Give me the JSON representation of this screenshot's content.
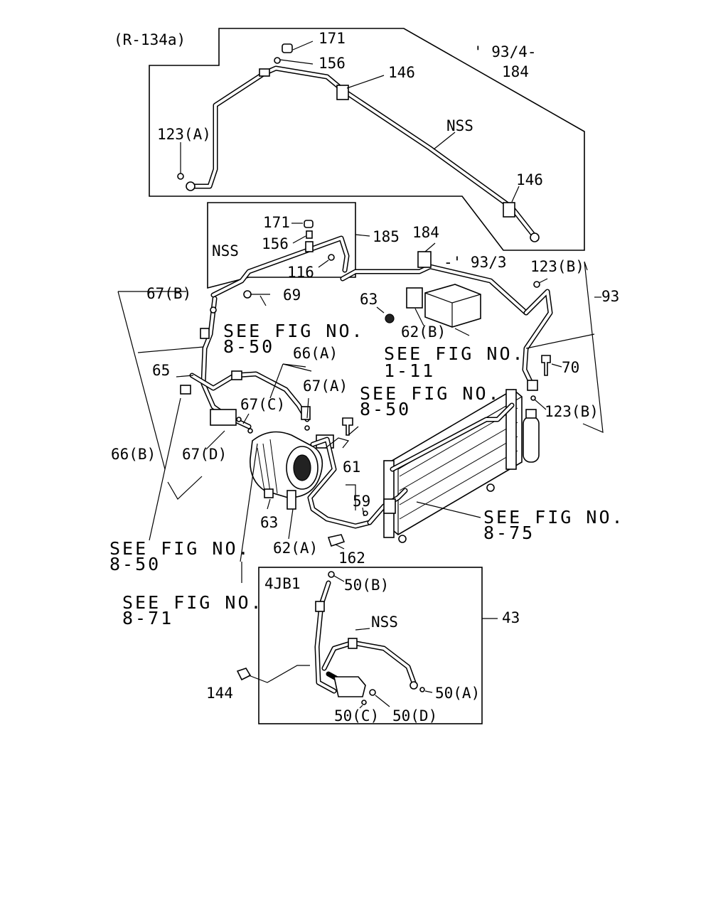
{
  "boxes": {
    "refrigerant": "(R-134a)",
    "engine": "4JB1"
  },
  "part_labels": [
    {
      "id": "p171a",
      "text": "171"
    },
    {
      "id": "p156a",
      "text": "156"
    },
    {
      "id": "p146a",
      "text": "146"
    },
    {
      "id": "p9304",
      "text": "' 93/4-"
    },
    {
      "id": "p184a",
      "text": "184"
    },
    {
      "id": "p123a",
      "text": "123(A)"
    },
    {
      "id": "pNSSa",
      "text": "NSS"
    },
    {
      "id": "p146b",
      "text": "146"
    },
    {
      "id": "p171b",
      "text": "171"
    },
    {
      "id": "p156b",
      "text": "156"
    },
    {
      "id": "p185",
      "text": "185"
    },
    {
      "id": "p184b",
      "text": "184"
    },
    {
      "id": "pNSSb",
      "text": "NSS"
    },
    {
      "id": "p116",
      "text": "116"
    },
    {
      "id": "p9303",
      "text": "-' 93/3"
    },
    {
      "id": "p123b1",
      "text": "123(B)"
    },
    {
      "id": "p67b",
      "text": "67(B)"
    },
    {
      "id": "p69",
      "text": "69"
    },
    {
      "id": "p93",
      "text": "93"
    },
    {
      "id": "p63a",
      "text": "63"
    },
    {
      "id": "p62b",
      "text": "62(B)"
    },
    {
      "id": "p66a",
      "text": "66(A)"
    },
    {
      "id": "p65",
      "text": "65"
    },
    {
      "id": "p67a",
      "text": "67(A)"
    },
    {
      "id": "p70",
      "text": "70"
    },
    {
      "id": "p67c",
      "text": "67(C)"
    },
    {
      "id": "p123b2",
      "text": "123(B)"
    },
    {
      "id": "p66b",
      "text": "66(B)"
    },
    {
      "id": "p67d",
      "text": "67(D)"
    },
    {
      "id": "p61",
      "text": "61"
    },
    {
      "id": "p59",
      "text": "59"
    },
    {
      "id": "p63b",
      "text": "63"
    },
    {
      "id": "p62a",
      "text": "62(A)"
    },
    {
      "id": "p162",
      "text": "162"
    },
    {
      "id": "p50b",
      "text": "50(B)"
    },
    {
      "id": "p43",
      "text": "43"
    },
    {
      "id": "pNSSc",
      "text": "NSS"
    },
    {
      "id": "p144",
      "text": "144"
    },
    {
      "id": "p50a",
      "text": "50(A)"
    },
    {
      "id": "p50c",
      "text": "50(C)"
    },
    {
      "id": "p50d",
      "text": "50(D)"
    }
  ],
  "fig_refs": [
    {
      "id": "r850a",
      "line1": "SEE FIG NO.",
      "line2": "8-50"
    },
    {
      "id": "r111",
      "line1": "SEE FIG NO.",
      "line2": "1-11"
    },
    {
      "id": "r850b",
      "line1": "SEE FIG NO.",
      "line2": "8-50"
    },
    {
      "id": "r875",
      "line1": "SEE FIG NO.",
      "line2": "8-75"
    },
    {
      "id": "r850c",
      "line1": "SEE FIG NO.",
      "line2": "8-50"
    },
    {
      "id": "r871",
      "line1": "SEE FIG NO.",
      "line2": "8-71"
    }
  ]
}
